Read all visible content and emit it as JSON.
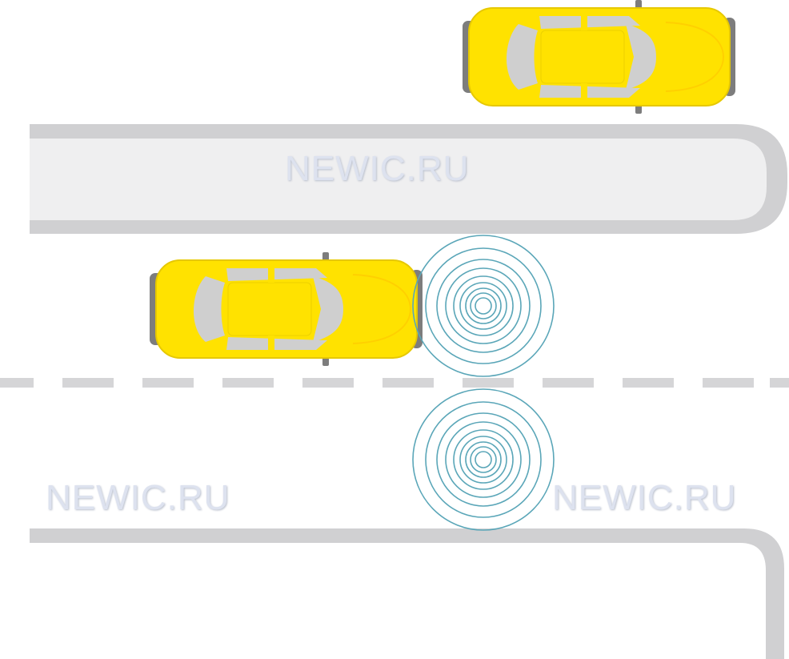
{
  "watermarks": [
    "NEWIC.RU",
    "NEWIC.RU",
    "NEWIC.RU"
  ],
  "colors": {
    "car_body": "#ffe200",
    "car_edge": "#e8c400",
    "car_glass": "#cfcfcf",
    "tyre": "#7d7d7d",
    "island_fill": "#efeff0",
    "island_edge": "#cfcfd1",
    "curb": "#d0d0d2",
    "lane_dash": "#d5d5d7",
    "signal_ring": "#5aa6b8",
    "watermark": "#dde2ef"
  },
  "icons": {
    "car": "car-top-view-icon",
    "signal": "parking-sensor-wave-icon"
  }
}
